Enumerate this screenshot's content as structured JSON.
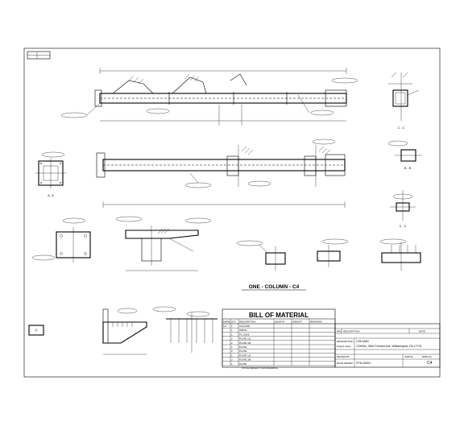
{
  "drawing": {
    "title": "ONE - COLUMN - C4",
    "section_labels": [
      "C - C",
      "A - A",
      "B - B",
      "C - C"
    ]
  },
  "bom": {
    "title": "BILL OF MATERIAL",
    "columns": [
      "MARK",
      "QTY",
      "DESCRIPTION",
      "LENGTH",
      "WEIGHT",
      "REMARKS"
    ],
    "rows": [
      [
        "C4",
        "1",
        "COLUMN",
        "",
        "",
        ""
      ],
      [
        "",
        "1",
        "W8X31",
        "",
        "",
        ""
      ],
      [
        "",
        "1",
        "PL 1/2X8",
        "",
        "",
        ""
      ],
      [
        "",
        "2",
        "PLATE 1/2",
        "",
        "",
        ""
      ],
      [
        "",
        "2",
        "PLATE 3/8",
        "",
        "",
        ""
      ],
      [
        "",
        "1",
        "PLATE",
        "",
        "",
        ""
      ],
      [
        "",
        "2",
        "PLATE",
        "",
        "",
        ""
      ],
      [
        "",
        "1",
        "PLATE 1/2",
        "",
        "",
        ""
      ],
      [
        "",
        "2",
        "PLATE 3/8",
        "",
        "",
        ""
      ],
      [
        "",
        "1",
        "PLATE",
        "",
        "",
        ""
      ]
    ],
    "total_label": "TOTAL WEIGHT THIS DRAWING"
  },
  "title_block": {
    "rev_label": "REV",
    "description_label": "DESCRIPTION",
    "date_label": "DATE",
    "description_field": "DESCRIPTION",
    "description_value": "COLUMN",
    "project_label": "Project name",
    "project_value": "CONZA, 3500 Trenton Ave, Williamsport, PA 17701",
    "drawn_by_label": "DRAWN BY",
    "job_no_label": "JOB No.",
    "drawing_no_label": "DWG No.",
    "date_drawn_label": "DATE DRAWN",
    "drawing_no": "C4",
    "job_value": "STD-00001"
  }
}
